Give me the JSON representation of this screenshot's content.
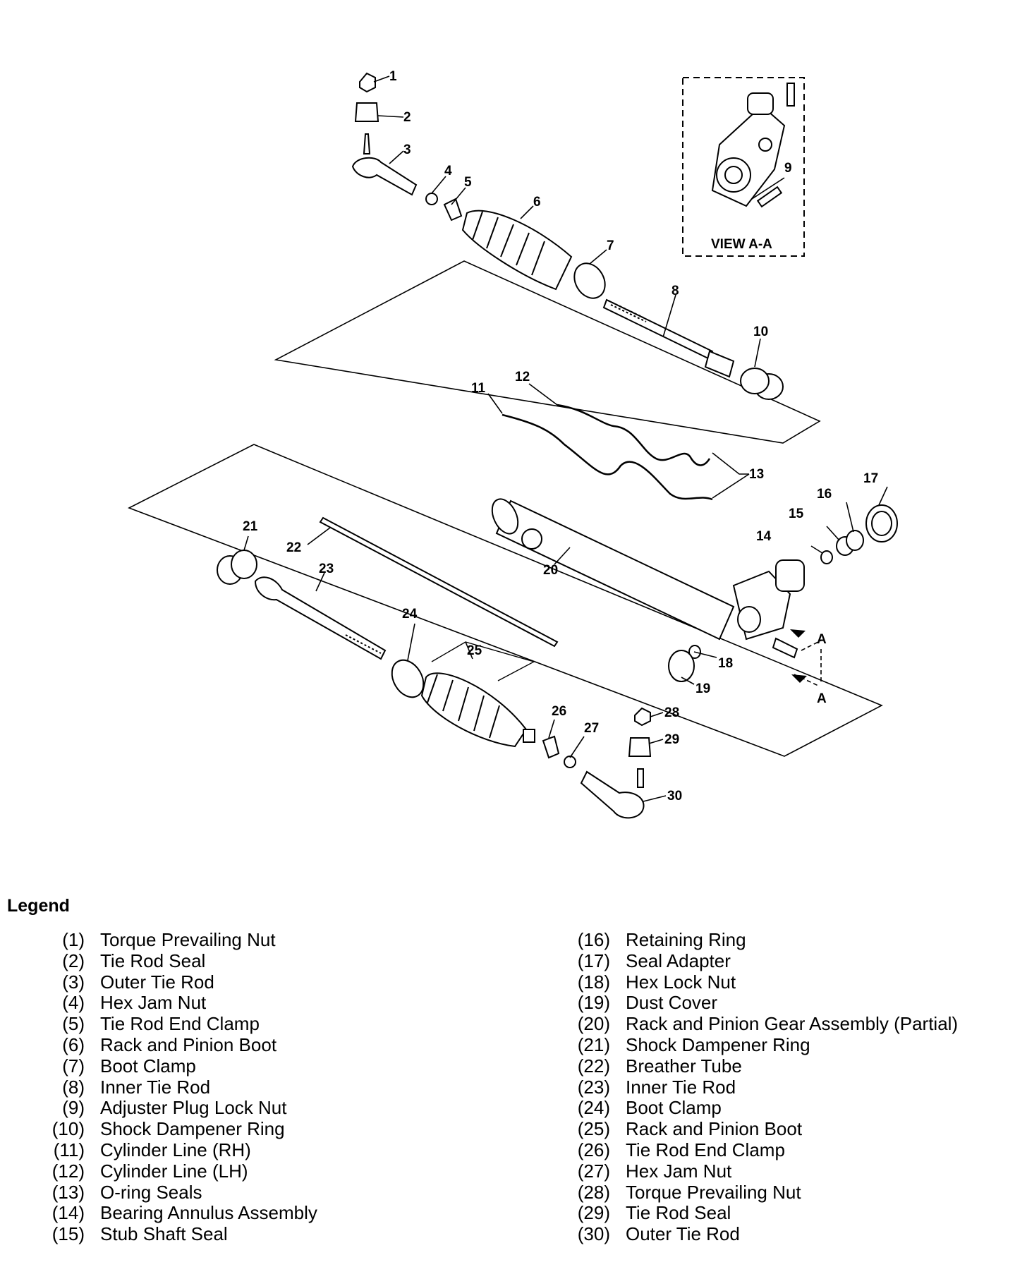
{
  "diagram": {
    "callouts": [
      "1",
      "2",
      "3",
      "4",
      "5",
      "6",
      "7",
      "8",
      "9",
      "10",
      "11",
      "12",
      "13",
      "14",
      "15",
      "16",
      "17",
      "18",
      "19",
      "20",
      "21",
      "22",
      "23",
      "24",
      "25",
      "26",
      "27",
      "28",
      "29",
      "30"
    ],
    "view_label": "VIEW A-A",
    "section_marks": [
      "A",
      "A"
    ]
  },
  "legend": {
    "title": "Legend",
    "left": [
      {
        "num": "(1)",
        "label": "Torque Prevailing Nut"
      },
      {
        "num": "(2)",
        "label": "Tie Rod Seal"
      },
      {
        "num": "(3)",
        "label": "Outer Tie Rod"
      },
      {
        "num": "(4)",
        "label": "Hex Jam Nut"
      },
      {
        "num": "(5)",
        "label": "Tie Rod End Clamp"
      },
      {
        "num": "(6)",
        "label": "Rack and Pinion Boot"
      },
      {
        "num": "(7)",
        "label": "Boot Clamp"
      },
      {
        "num": "(8)",
        "label": "Inner Tie Rod"
      },
      {
        "num": "(9)",
        "label": "Adjuster Plug Lock Nut"
      },
      {
        "num": "(10)",
        "label": "Shock Dampener Ring"
      },
      {
        "num": "(11)",
        "label": "Cylinder Line (RH)"
      },
      {
        "num": "(12)",
        "label": "Cylinder Line (LH)"
      },
      {
        "num": "(13)",
        "label": "O-ring Seals"
      },
      {
        "num": "(14)",
        "label": "Bearing Annulus Assembly"
      },
      {
        "num": "(15)",
        "label": "Stub Shaft Seal"
      }
    ],
    "right": [
      {
        "num": "(16)",
        "label": "Retaining Ring"
      },
      {
        "num": "(17)",
        "label": "Seal Adapter"
      },
      {
        "num": "(18)",
        "label": "Hex Lock Nut"
      },
      {
        "num": "(19)",
        "label": "Dust Cover"
      },
      {
        "num": "(20)",
        "label": "Rack and Pinion Gear Assembly (Partial)"
      },
      {
        "num": "(21)",
        "label": "Shock Dampener Ring"
      },
      {
        "num": "(22)",
        "label": "Breather Tube"
      },
      {
        "num": "(23)",
        "label": "Inner Tie Rod"
      },
      {
        "num": "(24)",
        "label": "Boot Clamp"
      },
      {
        "num": "(25)",
        "label": "Rack and Pinion Boot"
      },
      {
        "num": "(26)",
        "label": "Tie Rod End Clamp"
      },
      {
        "num": "(27)",
        "label": "Hex Jam Nut"
      },
      {
        "num": "(28)",
        "label": "Torque Prevailing Nut"
      },
      {
        "num": "(29)",
        "label": "Tie Rod Seal"
      },
      {
        "num": "(30)",
        "label": "Outer Tie Rod"
      }
    ]
  }
}
